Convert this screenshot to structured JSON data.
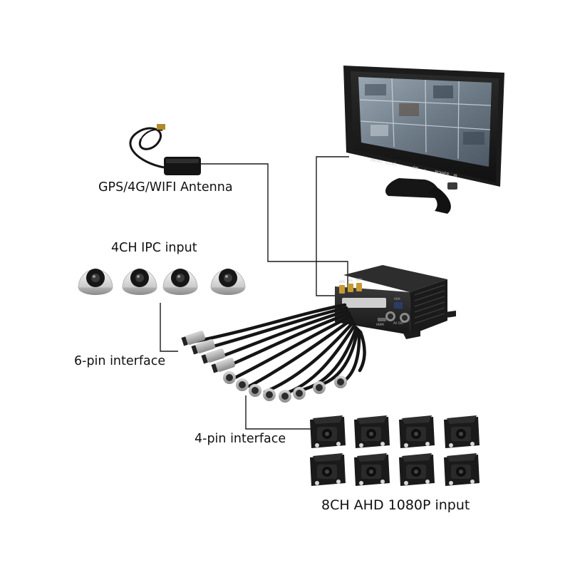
{
  "labels": {
    "antenna": "GPS/4G/WIFI Antenna",
    "ipc": "4CH IPC input",
    "six_pin": "6-pin interface",
    "four_pin": "4-pin interface",
    "ahd": "8CH AHD 1080P input"
  },
  "monitor_buttons": [
    "MENU",
    "V1/V2",
    "−",
    "OK",
    "+",
    "POWER",
    "IR"
  ],
  "dvr_markings": [
    "GPS",
    "4G",
    "WIFI",
    "VGA",
    "AV OUT",
    "HDMI"
  ],
  "device_counts": {
    "ipc_cameras": 4,
    "ahd_cameras": 8,
    "six_pin_connectors": 4,
    "four_pin_connectors": 8
  },
  "colors": {
    "line": "#1a1a1a",
    "device_dark": "#1c1c1c",
    "dome_white": "#e8e8e8",
    "screen_tint": "#7c8a96"
  }
}
